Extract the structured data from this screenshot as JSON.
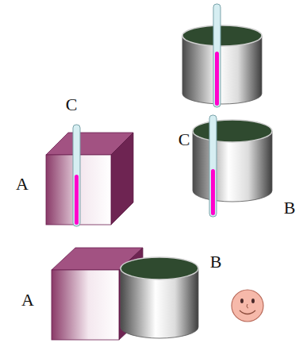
{
  "diagram": {
    "labels": [
      "C",
      "C",
      "A",
      "B",
      "B",
      "A"
    ]
  }
}
